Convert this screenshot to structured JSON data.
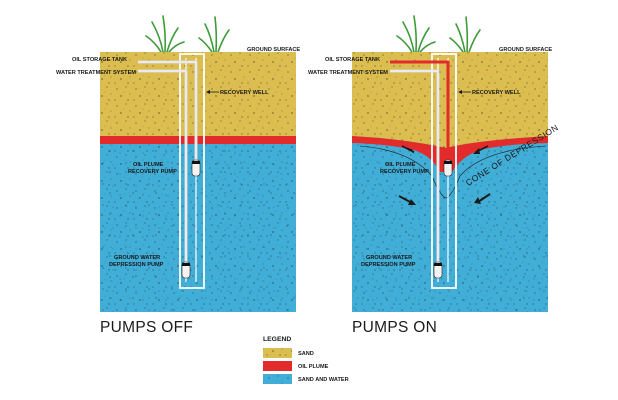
{
  "colors": {
    "sand": "#dcbe50",
    "oil_plume": "#e32b2b",
    "sand_and_water": "#41aed8",
    "grass": "#3f9a3a",
    "well_casing": "#ffffff",
    "pipe": "#cfcfcf"
  },
  "panels": [
    {
      "id": "off",
      "caption": "PUMPS OFF",
      "labels": {
        "oil_storage_tank": "OIL STORAGE TANK",
        "water_treatment_system": "WATER TREATMENT SYSTEM",
        "ground_surface": "GROUND SURFACE",
        "recovery_well": "RECOVERY WELL",
        "oil_plume_recovery_pump_1": "OIL PLUME",
        "oil_plume_recovery_pump_2": "RECOVERY PUMP",
        "ground_water_depression_pump_1": "GROUND WATER",
        "ground_water_depression_pump_2": "DEPRESSION PUMP"
      }
    },
    {
      "id": "on",
      "caption": "PUMPS ON",
      "labels": {
        "oil_storage_tank": "OIL STORAGE TANK",
        "water_treatment_system": "WATER TREATMENT SYSTEM",
        "ground_surface": "GROUND SURFACE",
        "recovery_well": "RECOVERY WELL",
        "oil_plume_recovery_pump_1": "OIL PLUME",
        "oil_plume_recovery_pump_2": "RECOVERY PUMP",
        "ground_water_depression_pump_1": "GROUND WATER",
        "ground_water_depression_pump_2": "DEPRESSION PUMP",
        "cone_of_depression": "CONE OF DEPRESSION"
      }
    }
  ],
  "legend": {
    "title": "LEGEND",
    "items": [
      {
        "label": "SAND",
        "color_key": "sand"
      },
      {
        "label": "OIL PLUME",
        "color_key": "oil_plume"
      },
      {
        "label": "SAND AND WATER",
        "color_key": "sand_and_water"
      }
    ]
  }
}
